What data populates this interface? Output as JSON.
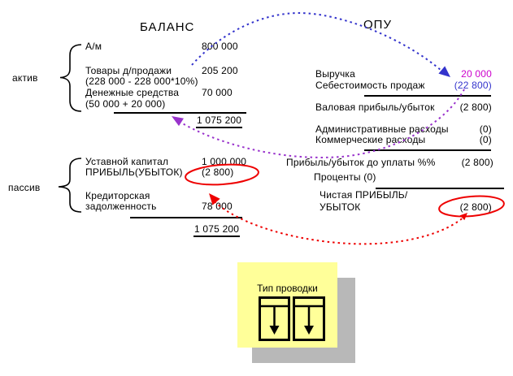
{
  "balance": {
    "title": "БАЛАНС",
    "assets_label": "актив",
    "assets_rows": [
      {
        "label": "А/м",
        "value": "800 000"
      },
      {
        "label": "Товары д/продажи",
        "value": "205 200"
      },
      {
        "label": "(228 000 - 228 000*10%)",
        "value": ""
      },
      {
        "label": "Денежные средства",
        "value": "70 000"
      },
      {
        "label": "(50 000 + 20 000)",
        "value": ""
      }
    ],
    "assets_total": "1 075 200",
    "liabilities_label": "пассив",
    "liabilities_rows": [
      {
        "label": "Уставной капитал",
        "value": "1 000 000"
      },
      {
        "label": "ПРИБЫЛЬ(УБЫТОК)",
        "value": "(2 800)"
      },
      {
        "label": "Кредиторская",
        "value": ""
      },
      {
        "label": "задолженность",
        "value": "78 000"
      }
    ],
    "liabilities_total": "1 075 200"
  },
  "opu": {
    "title": "ОПУ",
    "revenue": {
      "label": "Выручка",
      "value": "20 000"
    },
    "cogs": {
      "label": "Себестоимость продаж",
      "value": "(22 800)"
    },
    "gross": {
      "label": "Валовая прибыль/убыток",
      "value": "(2 800)"
    },
    "admin": {
      "label": "Административные расходы",
      "value": "(0)"
    },
    "selling": {
      "label": "Коммерческие расходы",
      "value": "(0)"
    },
    "ebit": {
      "label": "Прибыль/убыток до уплаты %%",
      "value": "(2 800)"
    },
    "interest": {
      "label": "Проценты",
      "value": "(0)"
    },
    "net_label_line1": "Чистая ПРИБЫЛЬ/",
    "net": {
      "label": "УБЫТОК",
      "value": "(2 800)"
    }
  },
  "note": {
    "label": "Тип проводки"
  },
  "colors": {
    "revenue_value": "#CC00CC",
    "cogs_value": "#3333CC",
    "flow_blue": "#3333CC",
    "flow_purple": "#9933CC",
    "highlight_red": "#EE0000",
    "note_fill": "#FFFF99",
    "note_shadow": "#B8B8B8"
  }
}
